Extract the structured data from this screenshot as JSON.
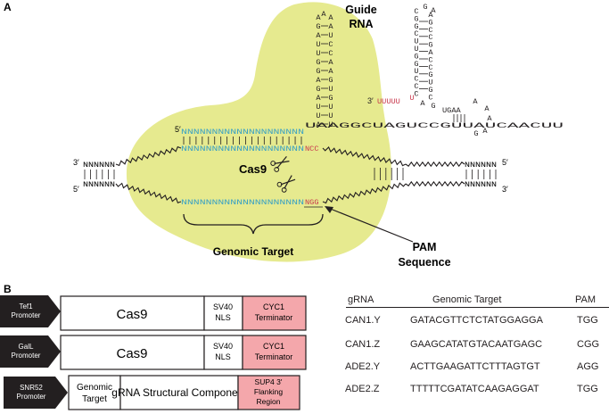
{
  "panel_a": {
    "label": "A",
    "guide_rna_title": [
      "Guide",
      "RNA"
    ],
    "cas9_label": "Cas9",
    "genomic_target_label": "Genomic Target",
    "pam_sequence_label": [
      "PAM",
      "Sequence"
    ],
    "top_strand_end_left": "3′",
    "top_strand_end_right": "5′",
    "bottom_strand_end_left": "5′",
    "bottom_strand_end_right": "3′",
    "spacer_5prime": "5′",
    "rna_3prime": "3′",
    "spacer_seq": "NNNNNNNNNNNNNNNNNNNN",
    "target_top_seq": "NNNNNNNNNNNNNNNNNNNN",
    "target_top_pam": "NCC",
    "target_bottom_seq": "NNNNNNNNNNNNNNNNNNNN",
    "target_bottom_pam": "NGG",
    "flank_seq": "NNNNNN",
    "rna_tail_red": "UUUUU",
    "rna_u_red": "U",
    "rna_linker": "UAAGGCUAGUCCGUUAUCAACUU",
    "rna_ugaa": "UGAA",
    "colors": {
      "cas9_fill": "#e6ea8f",
      "spacer_blue": "#3ba2c4",
      "pam_red": "#c8374c",
      "terminator_fill": "#f4a7ab",
      "promoter_fill": "#231f20"
    }
  },
  "panel_b": {
    "label": "B",
    "constructs": [
      {
        "promoter": [
          "Tef1",
          "Promoter"
        ],
        "main": "Cas9",
        "nls": [
          "SV40",
          "NLS"
        ],
        "terminator": [
          "CYC1",
          "Terminator"
        ]
      },
      {
        "promoter": [
          "GalL",
          "Promoter"
        ],
        "main": "Cas9",
        "nls": [
          "SV40",
          "NLS"
        ],
        "terminator": [
          "CYC1",
          "Terminator"
        ]
      },
      {
        "promoter": [
          "SNR52",
          "Promoter"
        ],
        "target": [
          "Genomic",
          "Target"
        ],
        "main": "gRNA Structural Component",
        "terminator": [
          "SUP4 3'",
          "Flanking",
          "Region"
        ]
      }
    ],
    "table": {
      "headers": [
        "gRNA",
        "Genomic Target",
        "PAM"
      ],
      "rows": [
        [
          "CAN1.Y",
          "GATACGTTCTCTATGGAGGA",
          "TGG"
        ],
        [
          "CAN1.Z",
          "GAAGCATATGTACAATGAGC",
          "CGG"
        ],
        [
          "ADE2.Y",
          "ACTTGAAGATTCTTTAGTGT",
          "AGG"
        ],
        [
          "ADE2.Z",
          "TTTTTCGATATCAAGAGGAT",
          "TGG"
        ]
      ]
    }
  }
}
